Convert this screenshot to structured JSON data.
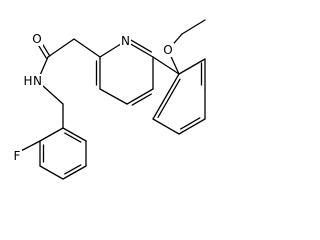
{
  "atoms": {
    "oxygen_carbonyl": "O",
    "nitrogen_amide": "N",
    "hydrogen_amide": "H",
    "nitrogen_pyridine": "N",
    "oxygen_ether": "O",
    "fluorine": "F"
  }
}
